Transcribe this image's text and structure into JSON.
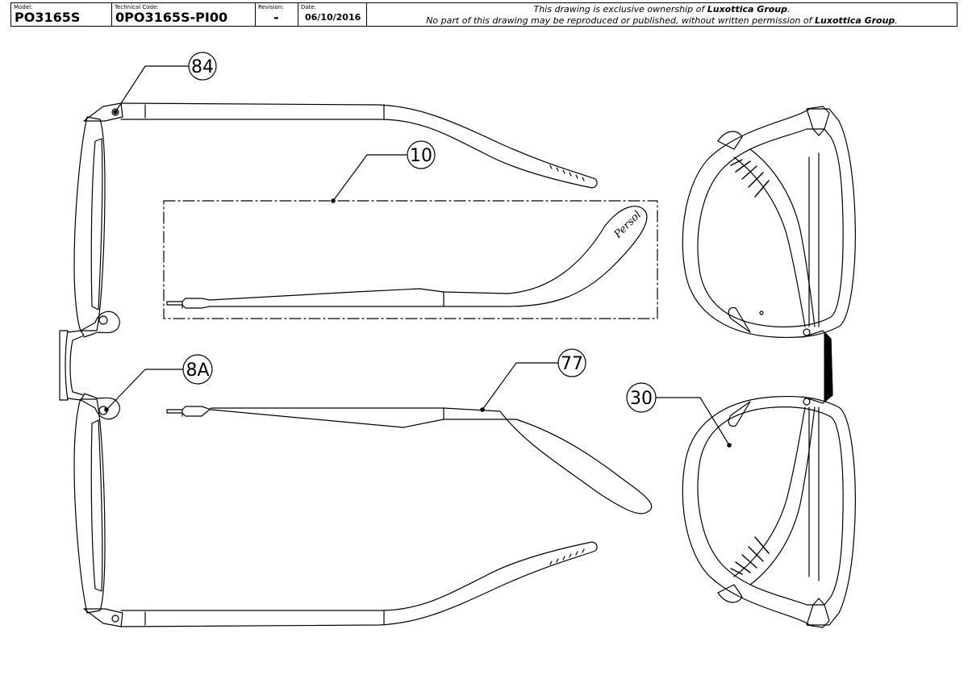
{
  "title_block": {
    "model_label": "Model:",
    "model_value": "PO3165S",
    "technical_code_label": "Technical Code:",
    "technical_code_value": "0PO3165S-PI00",
    "revision_label": "Revision:",
    "revision_value": "-",
    "date_label": "Date:",
    "date_value": "06/10/2016",
    "notice_line1_prefix": "This drawing is exclusive ownership of ",
    "notice_line1_brand": "Luxottica Group",
    "notice_line1_suffix": ".",
    "notice_line2_prefix": "No part of this drawing may be reproduced or published, without written permission of ",
    "notice_line2_brand": "Luxottica Group",
    "notice_line2_suffix": "."
  },
  "callouts": {
    "c84": "84",
    "c10": "10",
    "c8a": "8A",
    "c77": "77",
    "c30": "30"
  },
  "temple_logo": "Persol"
}
